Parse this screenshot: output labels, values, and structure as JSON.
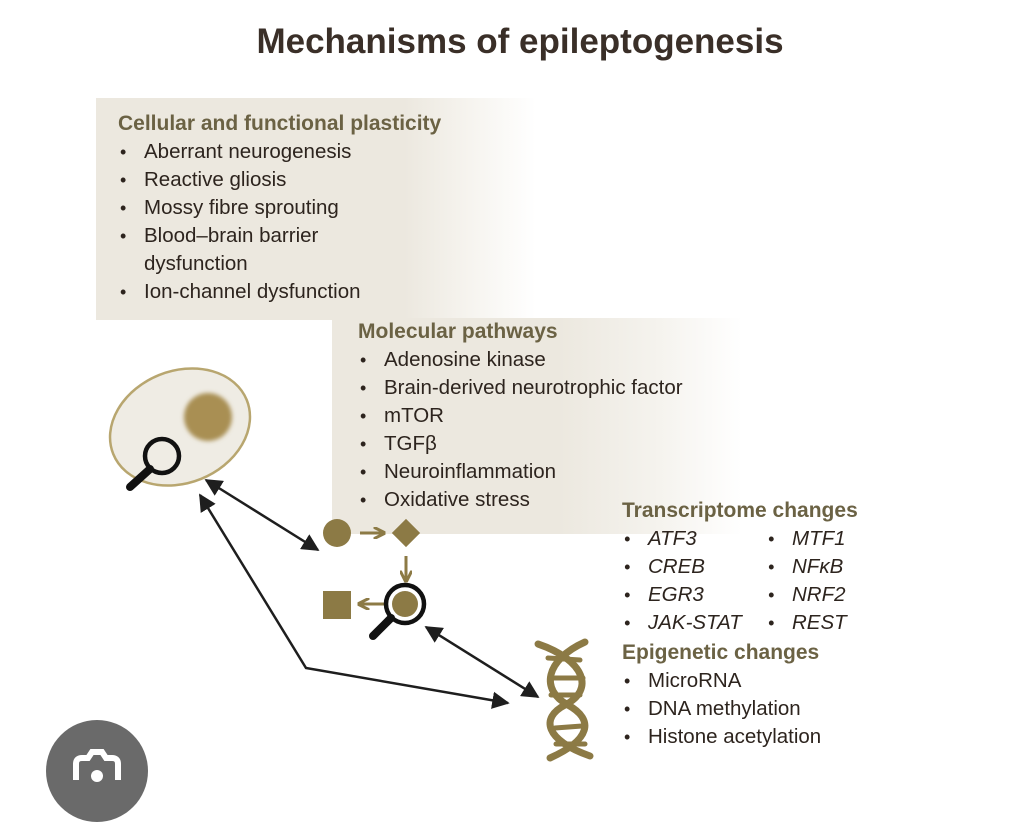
{
  "title": "Mechanisms of epileptogenesis",
  "colors": {
    "accent": "#8c7a45",
    "panel": "#ece8df",
    "heading": "#6b6244",
    "text": "#2d241e",
    "arrow": "#1e1e1e"
  },
  "cellular": {
    "heading": "Cellular and functional plasticity",
    "items": [
      "Aberrant neurogenesis",
      "Reactive gliosis",
      "Mossy fibre sprouting",
      "Blood–brain barrier",
      "Ion-channel dysfunction"
    ],
    "item3_continuation": "dysfunction"
  },
  "molecular": {
    "heading": "Molecular pathways",
    "items": [
      "Adenosine kinase",
      "Brain-derived neurotrophic factor",
      "mTOR",
      "TGFβ",
      "Neuroinflammation",
      "Oxidative stress"
    ]
  },
  "transcriptome": {
    "heading": "Transcriptome changes",
    "left": [
      "ATF3",
      "CREB",
      "EGR3",
      "JAK-STAT"
    ],
    "right": [
      "MTF1",
      "NFκB",
      "NRF2",
      "REST"
    ]
  },
  "epigenetic": {
    "heading": "Epigenetic changes",
    "items": [
      "MicroRNA",
      "DNA methylation",
      "Histone acetylation"
    ]
  },
  "icons": {
    "cell": "cell-with-magnifier-icon",
    "pathway": "molecular-pathway-icon",
    "dna": "dna-helix-icon",
    "camera": "camera-search-icon"
  }
}
